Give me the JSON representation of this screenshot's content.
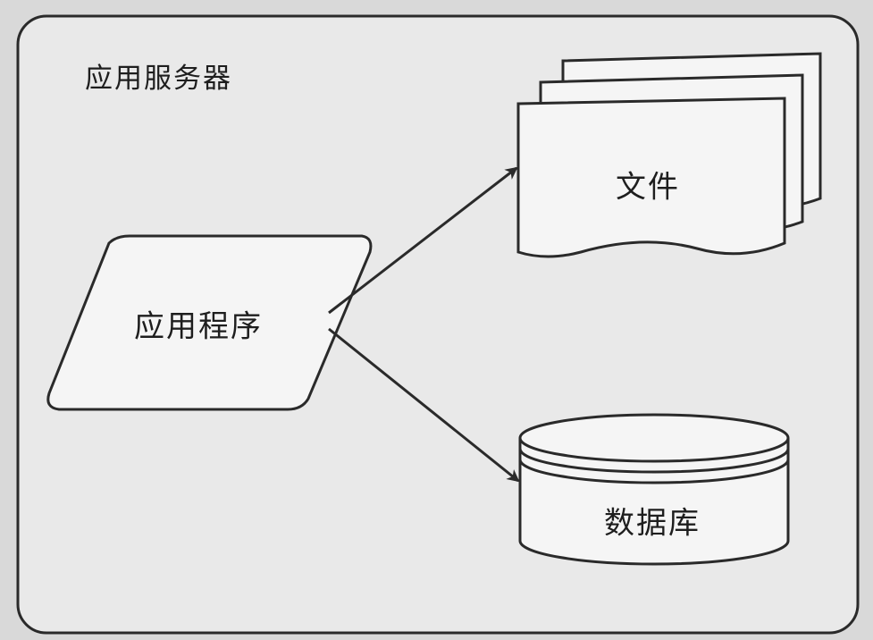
{
  "diagram": {
    "container_label": "应用服务器",
    "app_label": "应用程序",
    "file_label": "文件",
    "db_label": "数据库"
  },
  "colors": {
    "page": "#d9d9d9",
    "panel": "#e9e9e9",
    "stroke": "#2a2a2a",
    "shape_fill": "#f5f5f5"
  }
}
